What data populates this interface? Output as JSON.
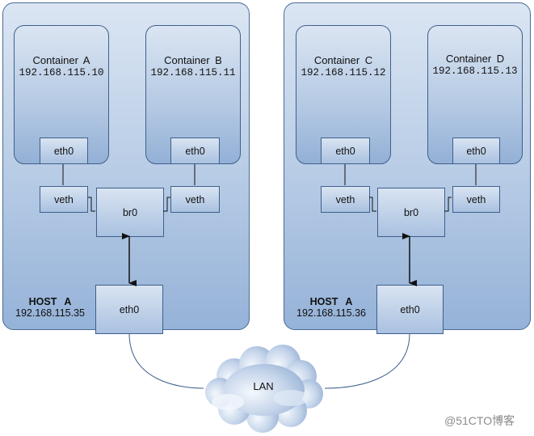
{
  "hosts": [
    {
      "name": "HOST  A",
      "ip": "192.168.115.35",
      "containers": [
        {
          "title": "Container  A",
          "ip": "192.168.115.10",
          "iface": "eth0"
        },
        {
          "title": "Container  B",
          "ip": "192.168.115.11",
          "iface": "eth0"
        }
      ],
      "veth_left": "veth",
      "veth_right": "veth",
      "bridge": "br0",
      "eth": "eth0"
    },
    {
      "name": "HOST  A",
      "ip": "192.168.115.36",
      "containers": [
        {
          "title": "Container  C",
          "ip": "192.168.115.12",
          "iface": "eth0"
        },
        {
          "title": "Container  D",
          "ip": "192.168.115.13",
          "iface": "eth0"
        }
      ],
      "veth_left": "veth",
      "veth_right": "veth",
      "bridge": "br0",
      "eth": "eth0"
    }
  ],
  "network": {
    "label": "LAN"
  },
  "watermark": "@51CTO博客",
  "colors": {
    "border": "#3f5f8c",
    "fill_light": "#dbe6f3",
    "fill_dark": "#95b2d8"
  }
}
